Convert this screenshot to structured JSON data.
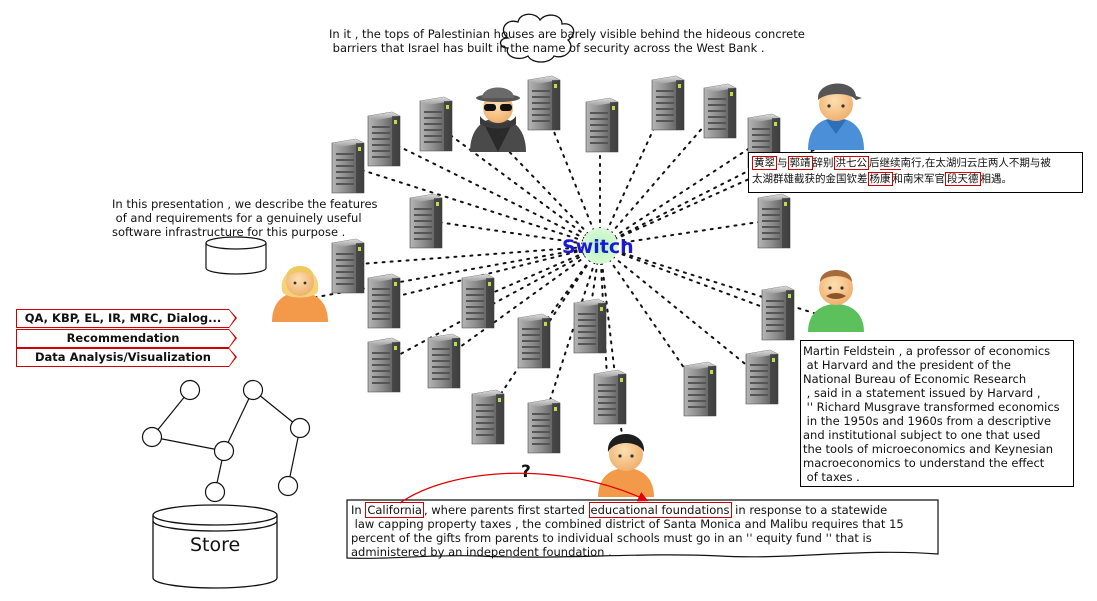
{
  "switch": {
    "label": "Switch"
  },
  "top_text": {
    "line1": "In it , the tops of Palestinian houses are barely visible behind the hideous concrete",
    "line2": " barriers that Israel has built in the name of security across the West Bank ."
  },
  "presentation_text": {
    "line1": "In this presentation , we describe the features",
    "line2": " of and requirements for a genuinely useful",
    "line3": "software infrastructure for this purpose ."
  },
  "tasks": {
    "item1": "QA, KBP, EL, IR, MRC, Dialog...",
    "item2": "Recommendation",
    "item3": "Data Analysis/Visualization"
  },
  "store": {
    "label": "Store"
  },
  "chinese_text": {
    "line1_a": "黄翠",
    "line1_b": "与",
    "line1_c": "郭靖",
    "line1_d": "辞别",
    "line1_e": "洪七公",
    "line1_f": "后",
    "line1_g": "继续",
    "line1_h": "南行,在太湖归云庄两人不期与被",
    "line2_a": "太湖群雄截获的金国钦差",
    "line2_b": "杨康",
    "line2_c": "和南宋军官",
    "line2_d": "段天德",
    "line2_e": "相遇。"
  },
  "feldstein_text": {
    "line1": "Martin Feldstein , a professor of economics",
    "line2": " at Harvard and the president of the",
    "line3": "National Bureau of Economic Research",
    "line4": " , said in a statement issued by Harvard ,",
    "line5": " '' Richard Musgrave transformed economics",
    "line6": " in the 1950s and 1960s from a descriptive",
    "line7": "and institutional subject to one that used",
    "line8": "the tools of microeconomics and Keynesian",
    "line9": "macroeconomics to understand the effect",
    "line10": " of taxes ."
  },
  "california_text": {
    "prefix": "In ",
    "entity1": "California",
    "mid": ", where parents first started ",
    "entity2": "educational foundations",
    "rest1": " in response to a statewide",
    "line2": " law capping property taxes , the combined district of Santa Monica and Malibu requires that 15",
    "line3": "percent of the gifts from parents to individual schools must go in an '' equity fund '' that is",
    "line4": "administered by an independent foundation ."
  },
  "relation_label": "?",
  "colors": {
    "switch_text": "#1a1ad6",
    "switch_glow": "#a8f0a8",
    "highlight_border": "#d10000",
    "server_body": "#8a8a8a",
    "server_light": "#b8e04a",
    "relation_arrow": "#e00000"
  },
  "icons": {
    "servers": "server-tower-icon",
    "people": [
      "spy-person-icon",
      "cap-person-icon",
      "woman-person-icon",
      "mustache-person-icon",
      "asian-person-icon"
    ],
    "thought_cloud": "thought-cloud-icon",
    "database": "database-cylinder-icon",
    "graph": "knowledge-graph-icon"
  }
}
